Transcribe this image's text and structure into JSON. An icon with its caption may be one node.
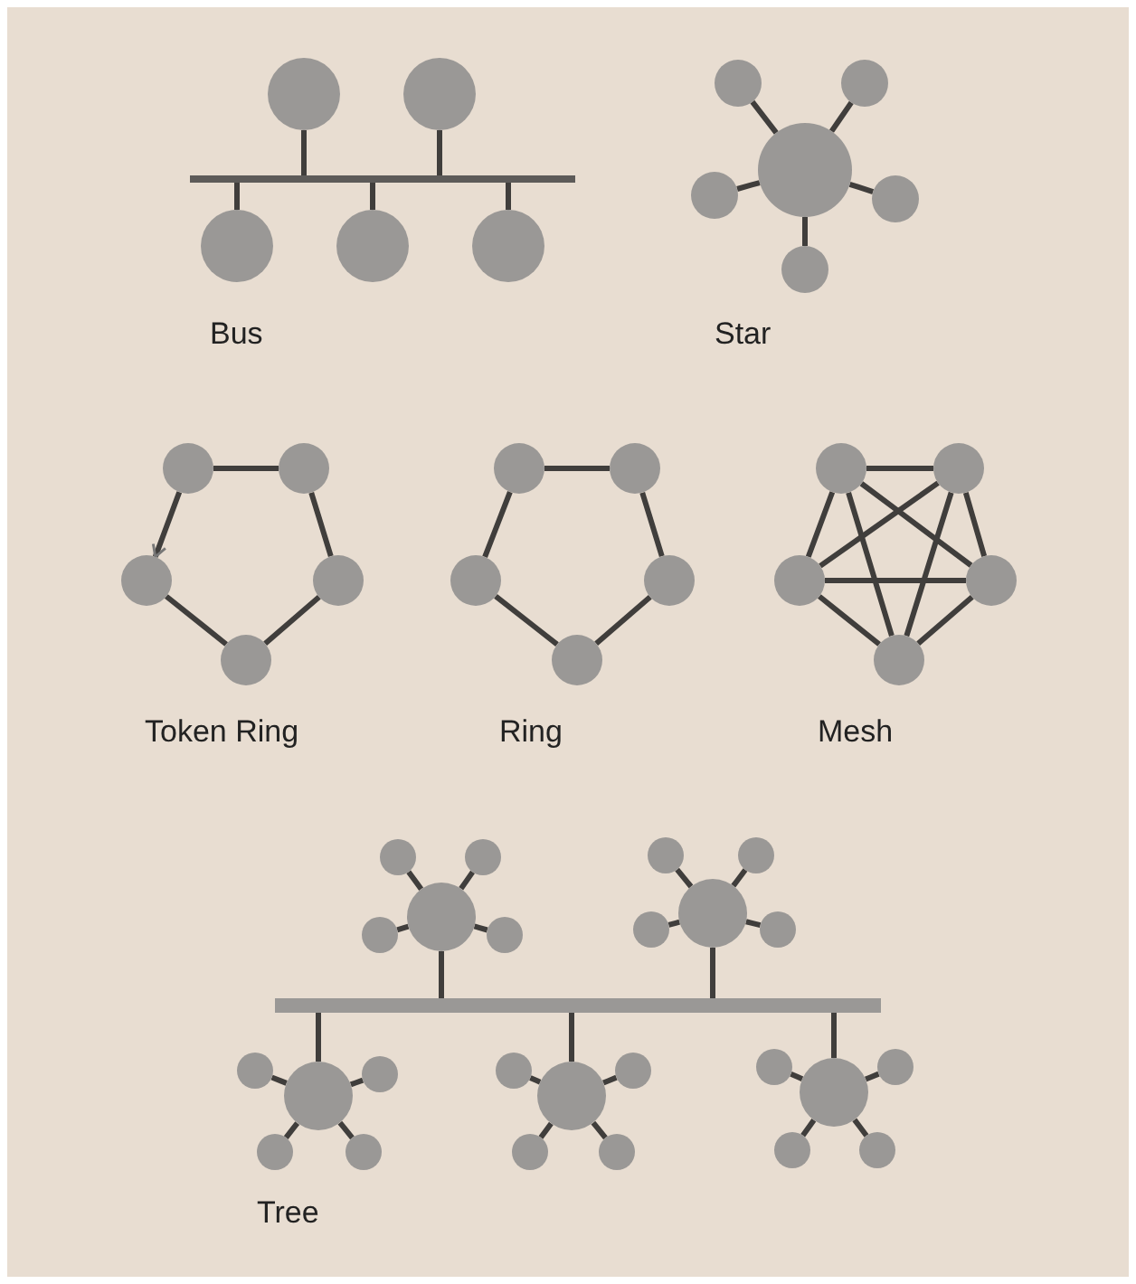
{
  "diagram": {
    "nodes": [
      {
        "text": [],
        "shape": "bar"
      },
      {
        "text": [],
        "shape": "circle"
      },
      {
        "text": [],
        "shape": "circle"
      },
      {
        "text": [],
        "shape": "circle"
      },
      {
        "text": [],
        "shape": "circle"
      },
      {
        "text": [],
        "shape": "circle"
      },
      {
        "text": [],
        "shape": "circle"
      },
      {
        "text": [],
        "shape": "circle"
      },
      {
        "text": [],
        "shape": "circle"
      },
      {
        "text": [],
        "shape": "circle"
      },
      {
        "text": [],
        "shape": "circle"
      },
      {
        "text": [],
        "shape": "circle"
      },
      {
        "text": [],
        "shape": "circle"
      },
      {
        "text": [],
        "shape": "circle"
      },
      {
        "text": [],
        "shape": "circle"
      },
      {
        "text": [],
        "shape": "circle"
      },
      {
        "text": [],
        "shape": "circle"
      },
      {
        "text": [],
        "shape": "circle"
      },
      {
        "text": [],
        "shape": "circle"
      },
      {
        "text": [],
        "shape": "circle"
      },
      {
        "text": [],
        "shape": "circle"
      },
      {
        "text": [],
        "shape": "circle"
      },
      {
        "text": [],
        "shape": "circle"
      },
      {
        "text": [],
        "shape": "circle"
      },
      {
        "text": [],
        "shape": "circle"
      },
      {
        "text": [],
        "shape": "circle"
      },
      {
        "text": [],
        "shape": "circle"
      },
      {
        "text": [],
        "shape": "bar"
      },
      {
        "text": [],
        "shape": "circle"
      },
      {
        "text": [],
        "shape": "circle"
      },
      {
        "text": [],
        "shape": "circle"
      },
      {
        "text": [],
        "shape": "circle"
      },
      {
        "text": [],
        "shape": "circle"
      },
      {
        "text": [],
        "shape": "circle"
      },
      {
        "text": [],
        "shape": "circle"
      },
      {
        "text": [],
        "shape": "circle"
      },
      {
        "text": [],
        "shape": "circle"
      },
      {
        "text": [],
        "shape": "circle"
      },
      {
        "text": [],
        "shape": "circle"
      },
      {
        "text": [],
        "shape": "circle"
      },
      {
        "text": [],
        "shape": "circle"
      },
      {
        "text": [],
        "shape": "circle"
      },
      {
        "text": [],
        "shape": "circle"
      },
      {
        "text": [],
        "shape": "circle"
      },
      {
        "text": [],
        "shape": "circle"
      },
      {
        "text": [],
        "shape": "circle"
      },
      {
        "text": [],
        "shape": "circle"
      },
      {
        "text": [],
        "shape": "circle"
      },
      {
        "text": [],
        "shape": "circle"
      },
      {
        "text": [],
        "shape": "circle"
      },
      {
        "text": [],
        "shape": "circle"
      },
      {
        "text": [],
        "shape": "circle"
      },
      {
        "text": [],
        "shape": "circle"
      }
    ],
    "edges": [
      {
        "from": 1,
        "to": 0,
        "arrow": "none"
      },
      {
        "from": 2,
        "to": 0,
        "arrow": "none"
      },
      {
        "from": 0,
        "to": 3,
        "arrow": "none"
      },
      {
        "from": 0,
        "to": 4,
        "arrow": "none"
      },
      {
        "from": 0,
        "to": 5,
        "arrow": "none"
      },
      {
        "from": 6,
        "to": 7,
        "arrow": "none"
      },
      {
        "from": 6,
        "to": 8,
        "arrow": "none"
      },
      {
        "from": 6,
        "to": 9,
        "arrow": "none"
      },
      {
        "from": 6,
        "to": 10,
        "arrow": "none"
      },
      {
        "from": 6,
        "to": 11,
        "arrow": "none"
      },
      {
        "from": 12,
        "to": 13,
        "arrow": "none"
      },
      {
        "from": 13,
        "to": 15,
        "arrow": "none"
      },
      {
        "from": 15,
        "to": 16,
        "arrow": "none"
      },
      {
        "from": 16,
        "to": 14,
        "arrow": "none"
      },
      {
        "from": 12,
        "to": 14,
        "arrow": "to"
      },
      {
        "from": 17,
        "to": 18,
        "arrow": "none"
      },
      {
        "from": 18,
        "to": 20,
        "arrow": "none"
      },
      {
        "from": 20,
        "to": 21,
        "arrow": "none"
      },
      {
        "from": 21,
        "to": 19,
        "arrow": "none"
      },
      {
        "from": 19,
        "to": 17,
        "arrow": "none"
      },
      {
        "from": 22,
        "to": 23,
        "arrow": "none"
      },
      {
        "from": 22,
        "to": 24,
        "arrow": "none"
      },
      {
        "from": 22,
        "to": 25,
        "arrow": "none"
      },
      {
        "from": 22,
        "to": 26,
        "arrow": "none"
      },
      {
        "from": 23,
        "to": 24,
        "arrow": "none"
      },
      {
        "from": 23,
        "to": 25,
        "arrow": "none"
      },
      {
        "from": 23,
        "to": 26,
        "arrow": "none"
      },
      {
        "from": 24,
        "to": 25,
        "arrow": "none"
      },
      {
        "from": 24,
        "to": 26,
        "arrow": "none"
      },
      {
        "from": 25,
        "to": 26,
        "arrow": "none"
      },
      {
        "from": 28,
        "to": 27,
        "arrow": "none"
      },
      {
        "from": 33,
        "to": 27,
        "arrow": "none"
      },
      {
        "from": 27,
        "to": 38,
        "arrow": "none"
      },
      {
        "from": 27,
        "to": 43,
        "arrow": "none"
      },
      {
        "from": 27,
        "to": 48,
        "arrow": "none"
      },
      {
        "from": 28,
        "to": 29,
        "arrow": "none"
      },
      {
        "from": 28,
        "to": 30,
        "arrow": "none"
      },
      {
        "from": 28,
        "to": 31,
        "arrow": "none"
      },
      {
        "from": 28,
        "to": 32,
        "arrow": "none"
      },
      {
        "from": 33,
        "to": 34,
        "arrow": "none"
      },
      {
        "from": 33,
        "to": 35,
        "arrow": "none"
      },
      {
        "from": 33,
        "to": 36,
        "arrow": "none"
      },
      {
        "from": 33,
        "to": 37,
        "arrow": "none"
      },
      {
        "from": 38,
        "to": 39,
        "arrow": "none"
      },
      {
        "from": 38,
        "to": 40,
        "arrow": "none"
      },
      {
        "from": 38,
        "to": 41,
        "arrow": "none"
      },
      {
        "from": 38,
        "to": 42,
        "arrow": "none"
      },
      {
        "from": 43,
        "to": 44,
        "arrow": "none"
      },
      {
        "from": 43,
        "to": 45,
        "arrow": "none"
      },
      {
        "from": 43,
        "to": 46,
        "arrow": "none"
      },
      {
        "from": 43,
        "to": 47,
        "arrow": "none"
      },
      {
        "from": 48,
        "to": 49,
        "arrow": "none"
      },
      {
        "from": 48,
        "to": 50,
        "arrow": "none"
      },
      {
        "from": 48,
        "to": 51,
        "arrow": "none"
      },
      {
        "from": 48,
        "to": 52,
        "arrow": "none"
      }
    ],
    "labels": [
      "Bus",
      "Star",
      "Token Ring",
      "Ring",
      "Mesh",
      "Tree"
    ]
  }
}
